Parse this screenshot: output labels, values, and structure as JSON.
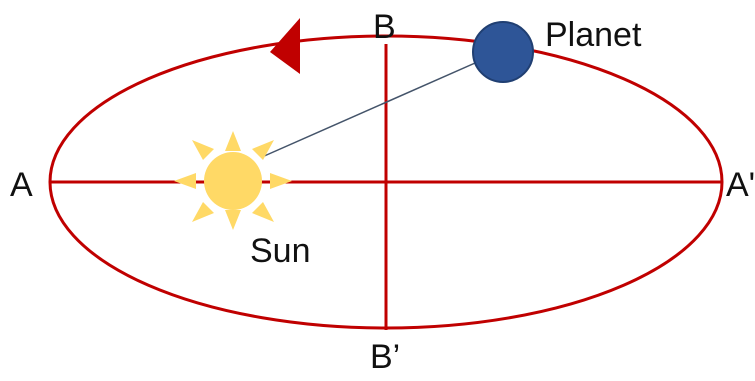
{
  "labels": {
    "a": "A",
    "a_prime": "A'",
    "b": "B",
    "b_prime": "B’",
    "planet": "Planet",
    "sun": "Sun"
  },
  "colors": {
    "orbit": "#c00000",
    "arrow": "#c00000",
    "planet_fill": "#2e5597",
    "planet_stroke": "#203f72",
    "sun_fill": "#ffd966",
    "ray_fill": "#ffd966",
    "radius_line": "#44546a",
    "text": "#111111"
  },
  "icons": {
    "sun": "sun-icon",
    "planet": "planet-circle",
    "direction": "direction-arrow-icon"
  }
}
